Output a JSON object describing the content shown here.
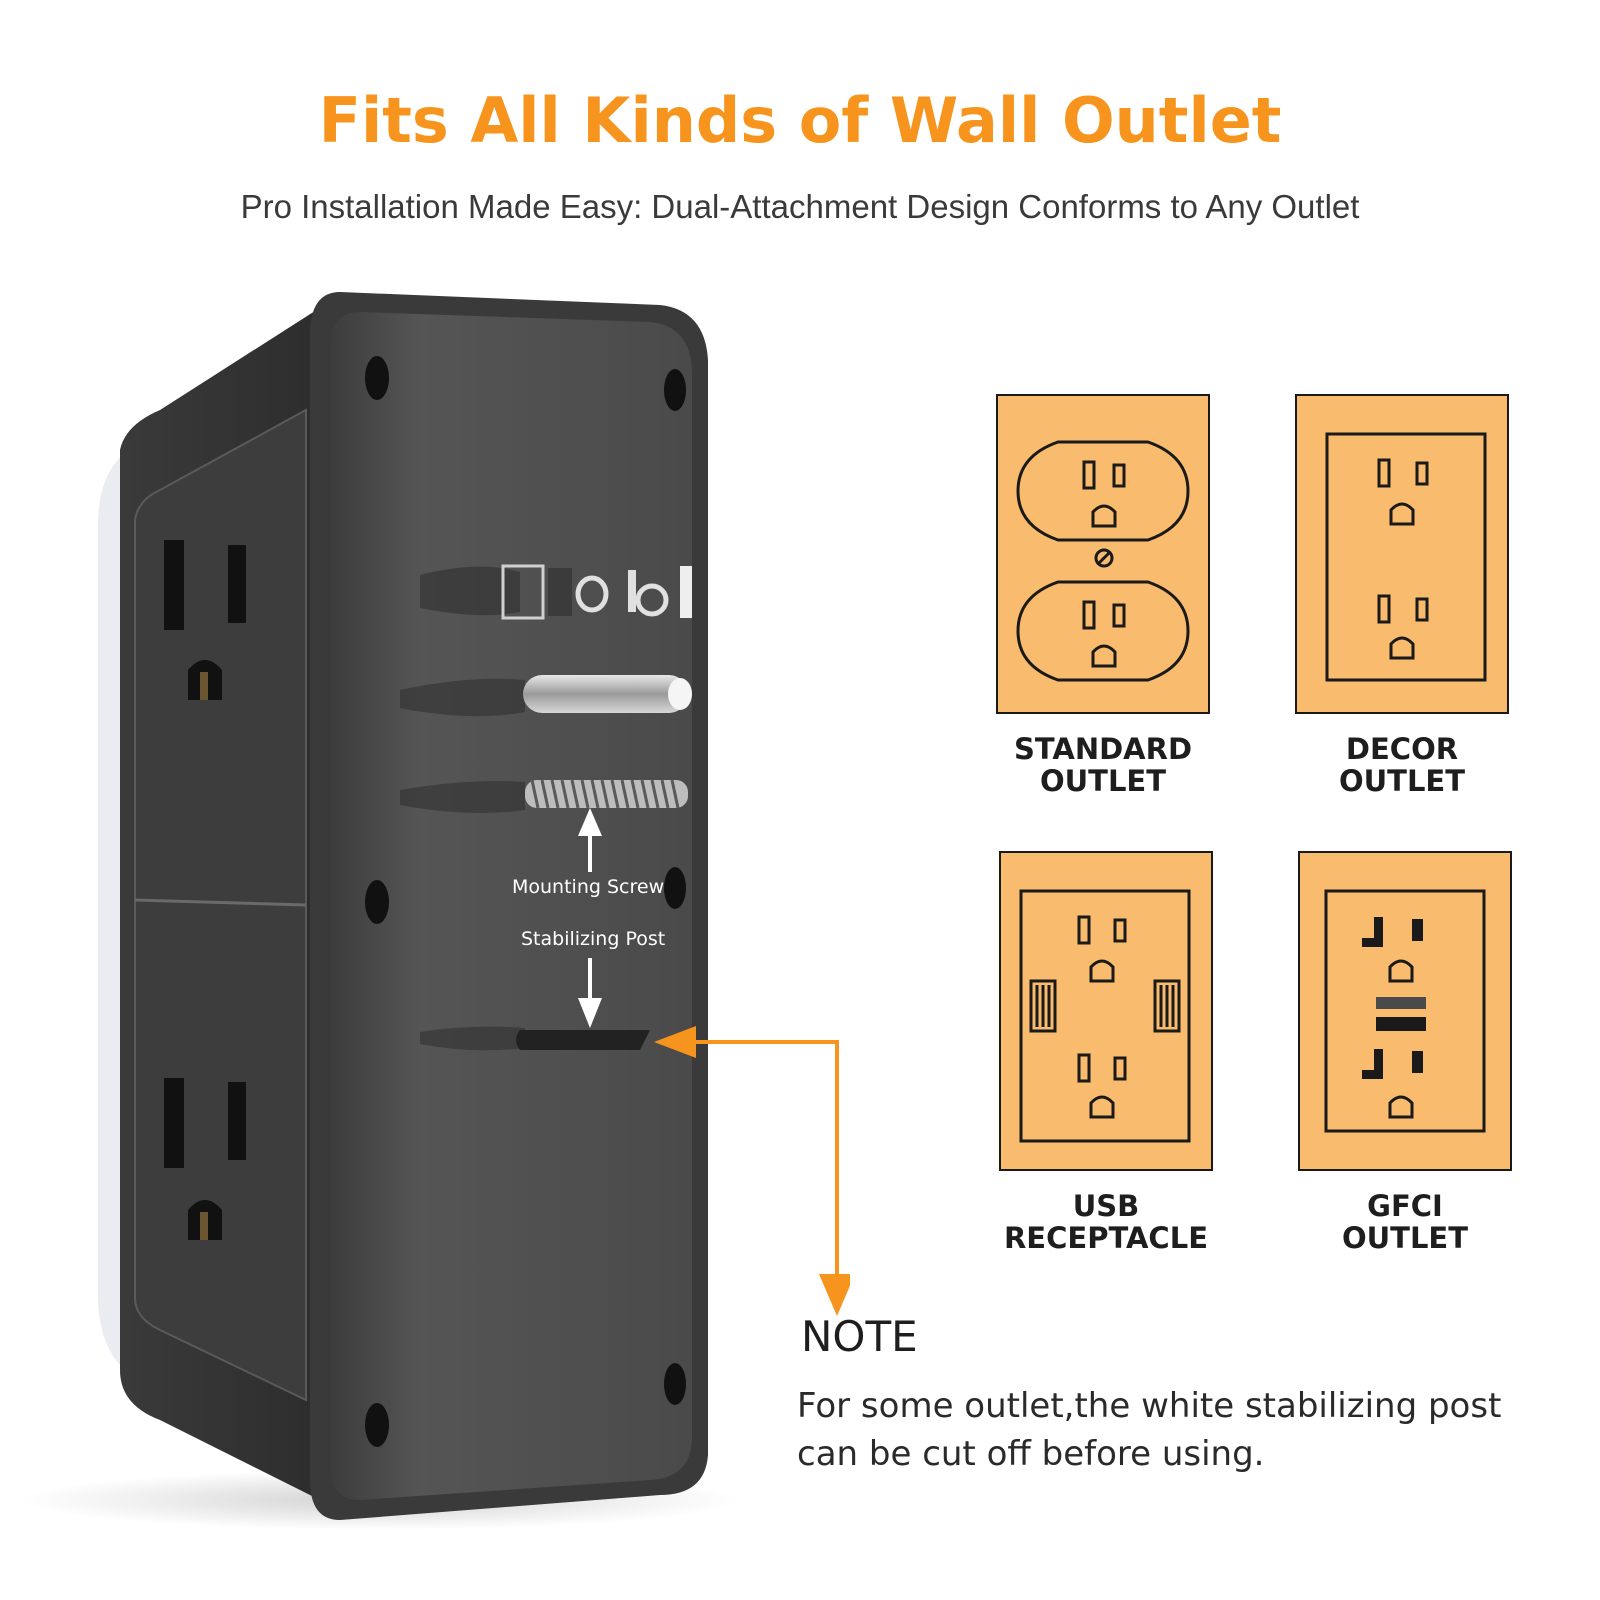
{
  "headline": "Fits All Kinds of Wall Outlet",
  "subheadline": "Pro Installation Made Easy: Dual-Attachment Design Conforms to Any Outlet",
  "product": {
    "mounting_label": "Mounting Screw",
    "stabilizing_label": "Stabilizing Post"
  },
  "outlets": {
    "standard": {
      "line1": "STANDARD",
      "line2": "OUTLET"
    },
    "decor": {
      "line1": "DECOR",
      "line2": "OUTLET"
    },
    "usb": {
      "line1": "USB",
      "line2": "RECEPTACLE"
    },
    "gfci": {
      "line1": "GFCI",
      "line2": "OUTLET"
    }
  },
  "note": {
    "title": "NOTE",
    "text": "For some outlet,the white stabilizing post can be cut off before using."
  },
  "colors": {
    "accent_orange": "#f7941d",
    "tile_fill": "#f9bb6d",
    "device_body": "#4e4e4e",
    "device_dark": "#2f2f2f"
  }
}
